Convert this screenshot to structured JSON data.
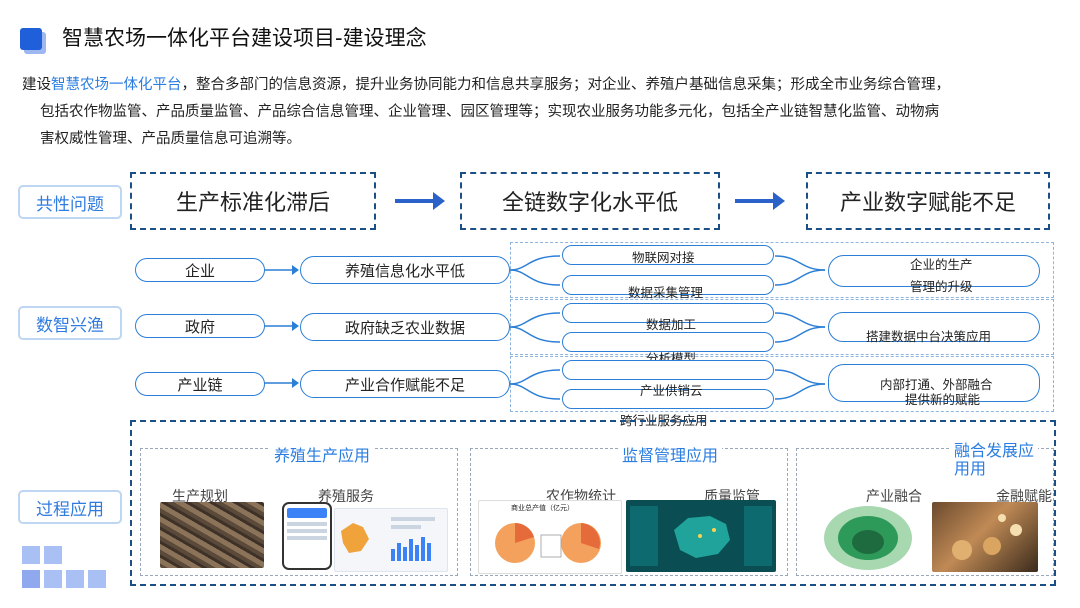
{
  "header": {
    "title": "智慧农场一体化平台建设项目-建设理念"
  },
  "intro": {
    "prefix": "建设",
    "highlight": "智慧农场一体化平台",
    "line1_rest": "，整合多部门的信息资源，提升业务协同能力和信息共享服务；对企业、养殖户基础信息采集；形成全市业务综合管理，",
    "line2": "包括农作物监管、产品质量监管、产品综合信息管理、企业管理、园区管理等；实现农业服务功能多元化，包括全产业链智慧化监管、动物病",
    "line3": "害权威性管理、产品质量信息可追溯等。"
  },
  "sections": {
    "common": "共性问题",
    "digital": "数智兴渔",
    "process": "过程应用"
  },
  "problems": [
    "生产标准化滞后",
    "全链数字化水平低",
    "产业数字赋能不足"
  ],
  "rows": [
    {
      "actor": "企业",
      "issue": "养殖信息化水平低",
      "tech": [
        "物联网对接",
        "数据采集管理"
      ],
      "result": [
        "企业的生产",
        "管理的升级"
      ]
    },
    {
      "actor": "政府",
      "issue": "政府缺乏农业数据",
      "tech": [
        "数据加工",
        "分析模型"
      ],
      "result": [
        "搭建数据中台决策应用"
      ]
    },
    {
      "actor": "产业链",
      "issue": "产业合作赋能不足",
      "tech": [
        "产业供销云",
        "跨行业服务应用"
      ],
      "result": [
        "内部打通、外部融合",
        "提供新的赋能"
      ]
    }
  ],
  "apps": [
    {
      "title": "养殖生产应用",
      "items": [
        "生产规划",
        "养殖服务"
      ]
    },
    {
      "title": "监督管理应用",
      "items": [
        "农作物统计",
        "质量监管"
      ]
    },
    {
      "title": "融合发展应用",
      "title_lines": [
        "融合发展应",
        "用用"
      ],
      "items": [
        "产业融合",
        "金融赋能"
      ]
    }
  ],
  "chart_thumb": {
    "title": "商业总产值（亿元）"
  },
  "colors": {
    "accent": "#2a7de1",
    "dark_dash": "#1d4f87",
    "arrow": "#2a62c9"
  }
}
